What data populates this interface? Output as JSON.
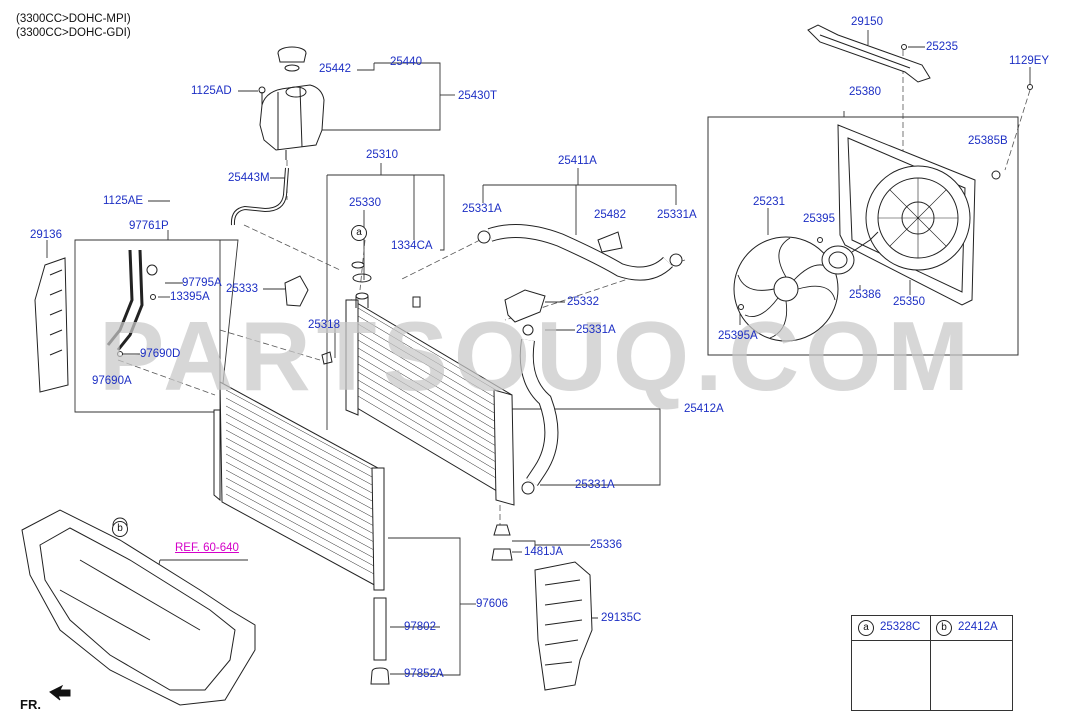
{
  "header": {
    "line1": "(3300CC>DOHC-MPI)",
    "line2": "(3300CC>DOHC-GDI)"
  },
  "watermark": "PARTSOUQ.COM",
  "front_indicator": "FR.",
  "colors": {
    "part_label": "#1d2fc4",
    "reference_label": "#d400c8",
    "watermark": "#c9c9c9"
  },
  "parts": {
    "p29150": "29150",
    "p25235": "25235",
    "p1129EY": "1129EY",
    "p25440": "25440",
    "p25442": "25442",
    "p1125AD": "1125AD",
    "p25430T": "25430T",
    "p25380": "25380",
    "p25385B": "25385B",
    "p25310": "25310",
    "p25443M": "25443M",
    "p25411A": "25411A",
    "p25330": "25330",
    "p1125AE": "1125AE",
    "p25331A_1": "25331A",
    "p25482": "25482",
    "p25331A_2": "25331A",
    "p25231": "25231",
    "p25395": "25395",
    "p97761P": "97761P",
    "p29136": "29136",
    "p1334CA": "1334CA",
    "p97795A": "97795A",
    "p13395A": "13395A",
    "p25333": "25333",
    "p25332": "25332",
    "p25386": "25386",
    "p25350": "25350",
    "p25318": "25318",
    "p25331A_3": "25331A",
    "p25395A": "25395A",
    "p97690D": "97690D",
    "p97690A": "97690A",
    "p25412A": "25412A",
    "p25331A_4": "25331A",
    "p25336": "25336",
    "p1481JA": "1481JA",
    "p97606": "97606",
    "p29135C": "29135C",
    "p97802": "97802",
    "p97852A": "97852A"
  },
  "callouts": {
    "a": "a",
    "b": "b"
  },
  "reference": "REF. 60-640",
  "legend": {
    "a_code": "a",
    "a_part": "25328C",
    "b_code": "b",
    "b_part": "22412A"
  }
}
